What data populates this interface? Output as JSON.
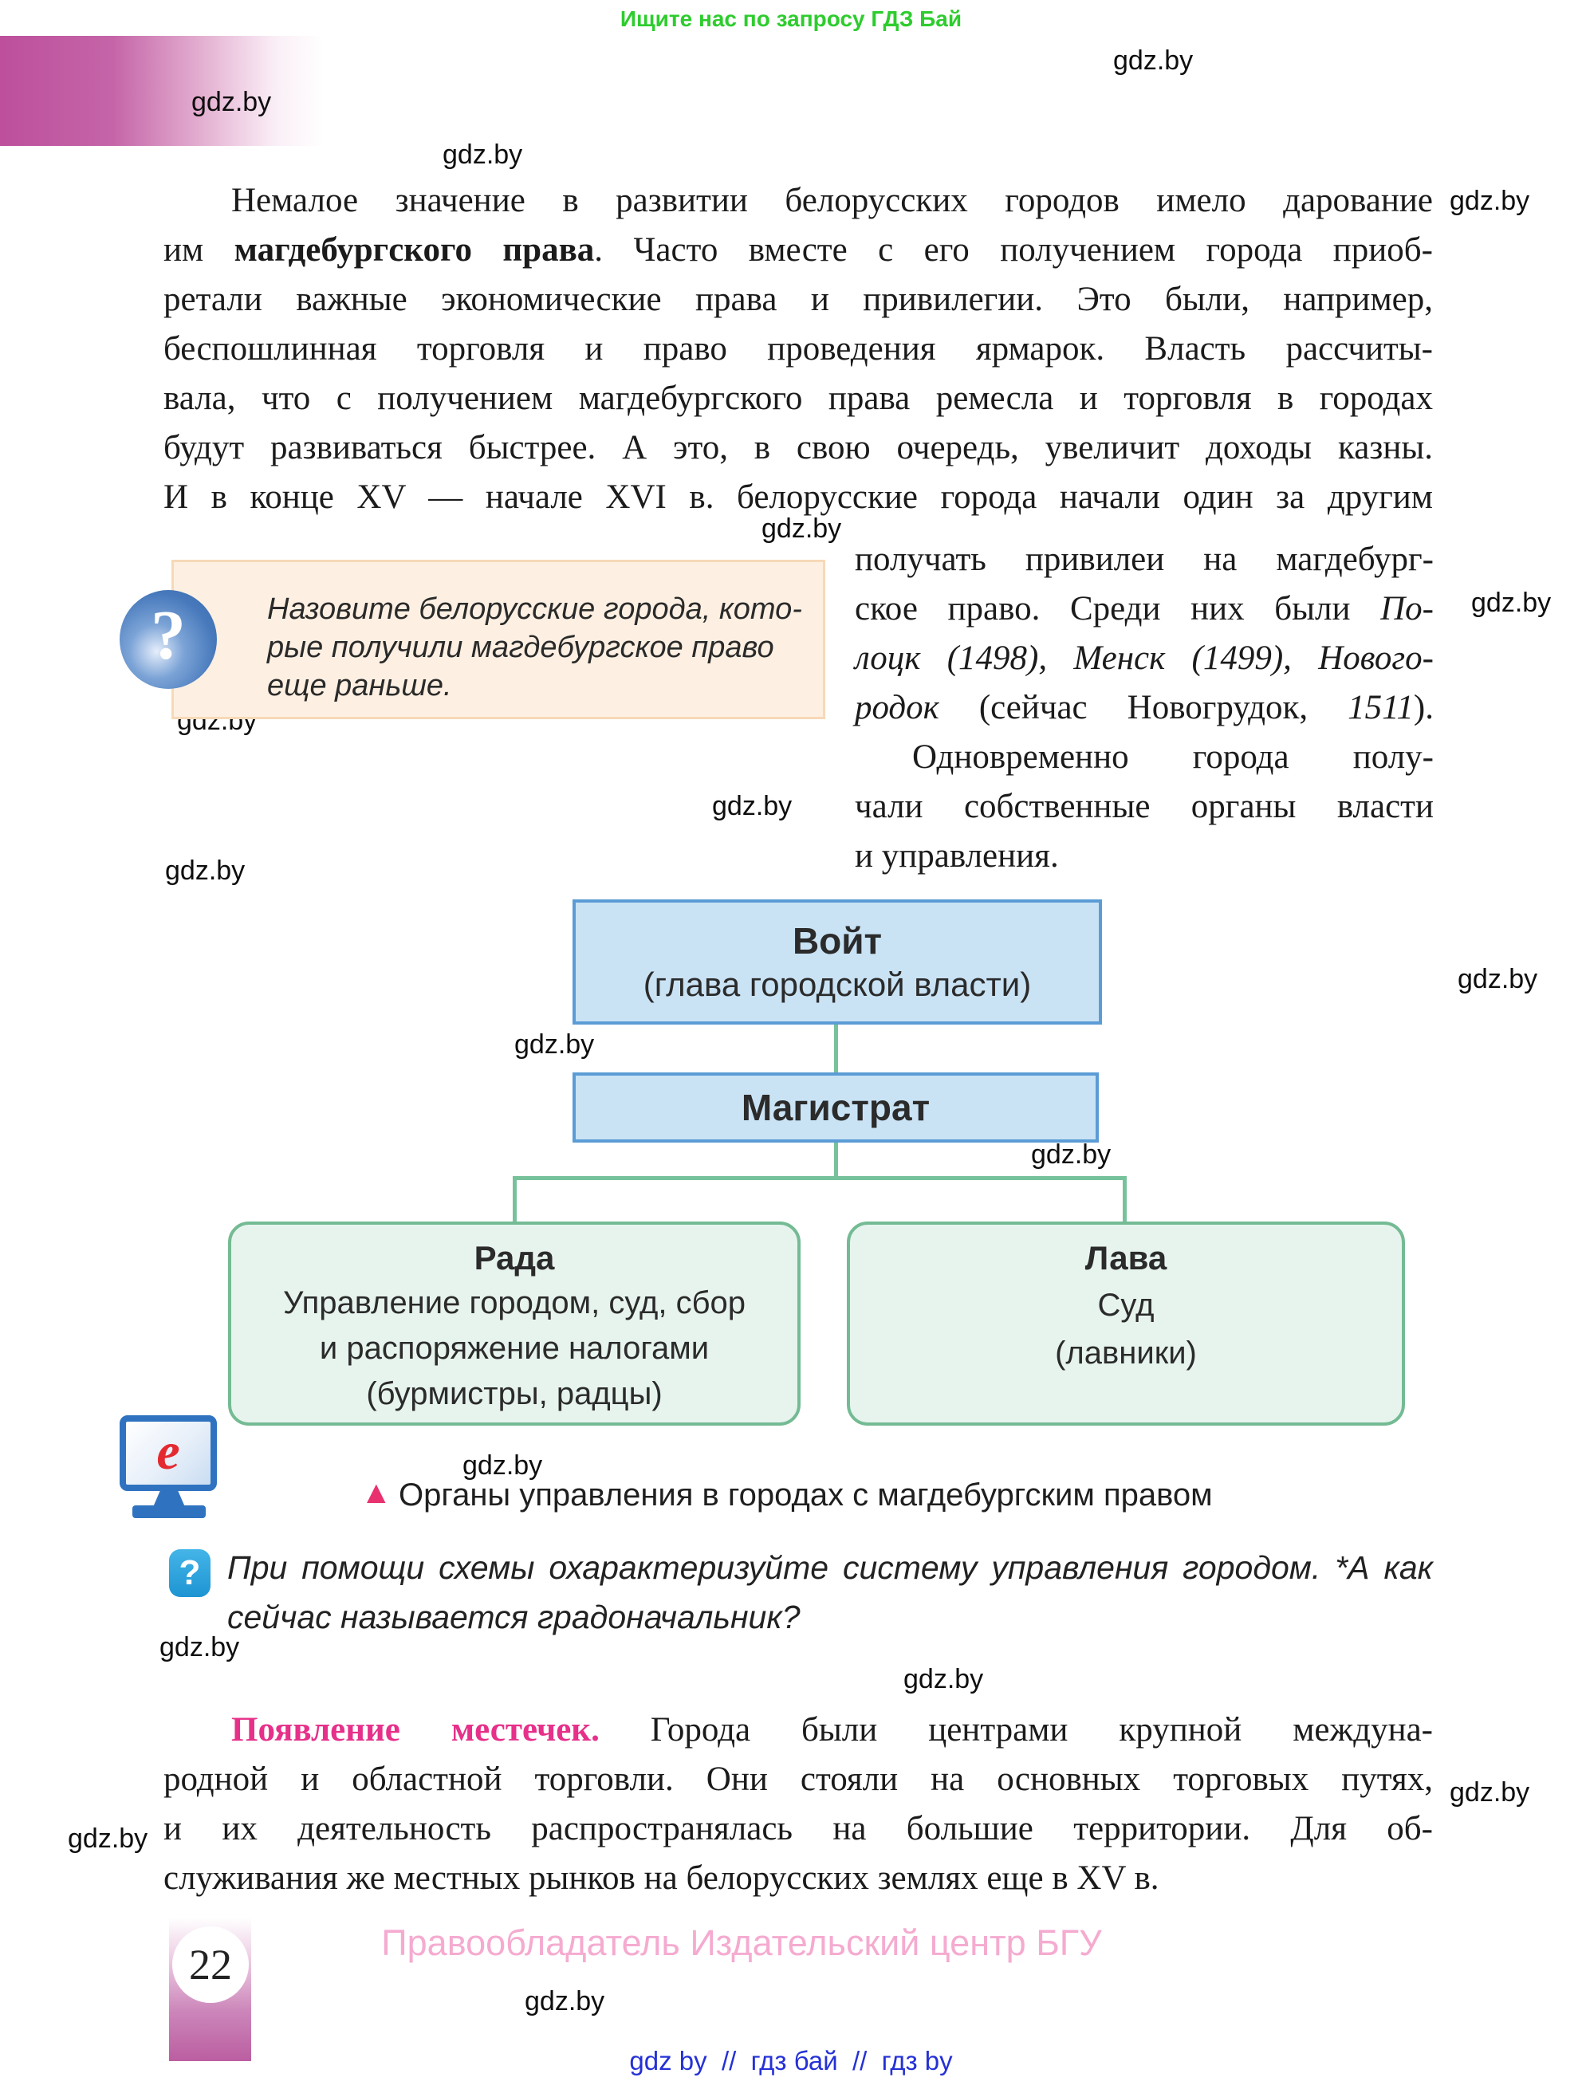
{
  "watermark": "gdz.by",
  "top_banner": "Ищите нас по запросу ГДЗ Бай",
  "para1": {
    "l1": "Немалое значение в развитии белорусских городов имело дарование",
    "l2_pre": "им",
    "l2_bold": "магдебургского права",
    "l2_post": ". Часто вместе с его получением города приоб-",
    "l3": "ретали важные экономические права и привилегии. Это были, например,",
    "l4": "беспошлинная торговля и право проведения ярмарок. Власть рассчиты-",
    "l5": "вала, что с получением магдебургского права ремесла и торговля в городах",
    "l6": "будут развиваться быстрее. А это, в свою очередь, увеличит доходы казны.",
    "l7": "И в конце XV — начале XVI в. белорусские города начали один за другим"
  },
  "question1": {
    "icon": "?",
    "l1": "Назовите белорусские города, кото-",
    "l2": "рые получили магдебургское право",
    "l3": "еще раньше."
  },
  "col2": {
    "l1": "получать привилеи на магдебург-",
    "l2_pre": "ское право. Среди них были",
    "l2_it": "По-",
    "l3_it": "лоцк (1498), Менск (1499), Нового-",
    "l4_it": "родок",
    "l4_mid": " (сейчас Новогрудок, ",
    "l4_it2": "1511",
    "l4_end": ").",
    "l5": "Одновременно города полу-",
    "l6": "чали собственные органы власти",
    "l7": "и управления."
  },
  "diagram": {
    "voit_title": "Войт",
    "voit_sub": "(глава городской власти)",
    "magistrat": "Магистрат",
    "rada_title": "Рада",
    "rada_l1": "Управление городом, суд, сбор",
    "rada_l2": "и распоряжение налогами",
    "rada_l3": "(бурмистры, радцы)",
    "lava_title": "Лава",
    "lava_l1": "Суд",
    "lava_l2": "(лавники)"
  },
  "monitor_letter": "e",
  "caption": {
    "marker": "▲",
    "text": "Органы управления в городах с магдебургским правом"
  },
  "question2": {
    "icon": "?",
    "l1": "При помощи схемы охарактеризуйте систему управления городом. *А как",
    "l2": "сейчас называется градоначальник?"
  },
  "para2": {
    "lead_bold": "Появление местечек.",
    "l1_rest": "Города были центрами крупной междуна-",
    "l2": "родной и областной торговли. Они стояли на основных торговых путях,",
    "l3": "и их деятельность распространялась на большие территории. Для об-",
    "l4": "служивания же местных рынков на белорусских землях еще в XV в."
  },
  "footer": {
    "copyright": "Правообладатель Издательский центр БГУ",
    "page_number": "22",
    "links": "gdz by  //  гдз бай  //  гдз by"
  },
  "colors": {
    "accent_magenta": "#e6308a",
    "box_blue_fill": "#c9e3f5",
    "box_blue_border": "#5b9cd6",
    "box_green_fill": "#e7f4ee",
    "box_green_border": "#74bb94",
    "connector_green": "#77c29b",
    "question_box_fill": "#fdf0e2",
    "question_box_border": "#f7d9b7",
    "banner_green": "#2ecc2e",
    "link_blue": "#2531d6",
    "footer_pink": "#f5abd0"
  }
}
